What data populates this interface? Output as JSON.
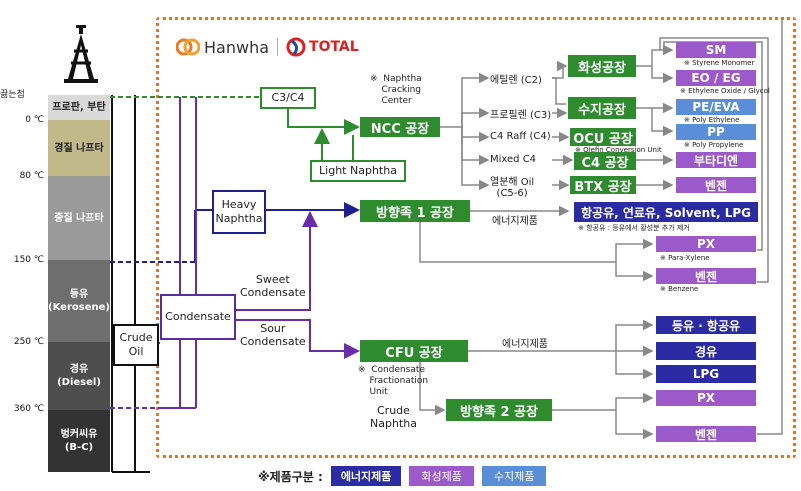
{
  "logo": {
    "hanwha": "Hanwha",
    "total": "TOTAL"
  },
  "column": {
    "boiling_point": "끓는점",
    "segments": [
      {
        "label": "프로판, 부탄",
        "color": "#d9d9d9"
      },
      {
        "label": "경질 나프타",
        "color": "#c2b98a"
      },
      {
        "label": "중질 나프타",
        "color": "#9a9a9a"
      },
      {
        "label": "등유\n(Kerosene)",
        "color": "#6e6e6e"
      },
      {
        "label": "경유\n(Diesel)",
        "color": "#4e4e4e"
      },
      {
        "label": "벙커씨유\n(B-C)",
        "color": "#333333"
      }
    ],
    "temps": [
      "0 ℃",
      "80 ℃",
      "150 ℃",
      "250 ℃",
      "360 ℃"
    ]
  },
  "feeds": {
    "c3c4": "C3/C4",
    "light_naphtha": "Light Naphtha",
    "heavy_naphtha": "Heavy\nNaphtha",
    "condensate": "Condensate",
    "crude_oil": "Crude\nOil",
    "sweet": "Sweet\nCondensate",
    "sour": "Sour\nCondensate",
    "crude_naphtha": "Crude\nNaphtha"
  },
  "plants": {
    "ncc": "NCC 공장",
    "arom1": "방향족 1 공장",
    "cfu": "CFU 공장",
    "arom2": "방향족 2 공장",
    "hwasung": "화성공장",
    "suji": "수지공장",
    "ocu": "OCU 공장",
    "c4": "C4 공장",
    "btx": "BTX 공장"
  },
  "notes": {
    "ncc_note": "※  Naphtha\n    Cracking\n    Center",
    "cfu_note": "※  Condensate\n    Fractionation\n    Unit",
    "ocu_note": "※ Olefin Conversion Unit",
    "jet_note": "※ 항공유 : 등유에서 황성분 추가 제거"
  },
  "streams": {
    "ethylene": "에틸렌 (C2)",
    "propylene": "프로필렌 (C3)",
    "c4raff": "C4 Raff (C4)",
    "mixed_c4": "Mixed C4",
    "pyrolysis": "열분해 Oil\n(C5-6)",
    "energy1": "에너지제품",
    "energy2": "에너지제품"
  },
  "products": {
    "sm": "SM",
    "sm_sub": "※ Styrene Monomer",
    "eoeg": "EO / EG",
    "eoeg_sub": "※ Ethylene Oxide / Glycol",
    "peeva": "PE/EVA",
    "peeva_sub": "※ Poly Ethylene",
    "pp": "PP",
    "pp_sub": "※ Poly Propylene",
    "butadiene": "부타디엔",
    "benzene1": "벤젠",
    "fuels": "항공유, 연료유, Solvent, LPG",
    "px1": "PX",
    "px1_sub": "※ Para-Xylene",
    "benzene2": "벤젠",
    "benzene2_sub": "※ Benzene",
    "kero_jet": "등유 · 항공유",
    "diesel": "경유",
    "lpg": "LPG",
    "px2": "PX",
    "benzene3": "벤젠"
  },
  "legend": {
    "title": "※제품구분 :",
    "energy": "에너지제품",
    "chem": "화성제품",
    "resin": "수지제품"
  }
}
